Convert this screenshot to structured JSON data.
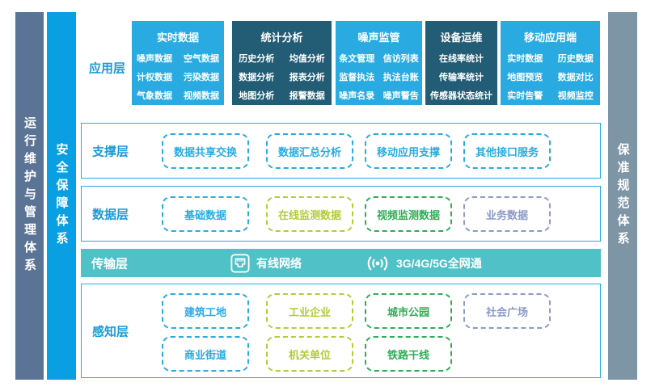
{
  "colors": {
    "primary_blue": "#29abe2",
    "app_dark_teal": "#235d75",
    "transport_teal": "#4fc1c7",
    "yellow_green": "#b2cc3a",
    "green": "#2fad54",
    "periwinkle": "#8b9ac9",
    "sidebar_slate": "#5b7495",
    "sidebar_bright_blue": "#0a9fe2",
    "sidebar_gray": "#7e95a6",
    "layer_label_blue": "#1a9ad9"
  },
  "sidebars": {
    "left_outer": "运行维护与管理体系",
    "left_inner": "安全保障体系",
    "right": "保准规范体系"
  },
  "app_layer": {
    "label": "应用层",
    "columns": [
      {
        "title": "实时数据",
        "items": [
          "噪声数据",
          "空气数据",
          "计权数据",
          "污染数据",
          "气象数据",
          "视频数据"
        ]
      },
      {
        "title": "统计分析",
        "items": [
          "历史分析",
          "均值分析",
          "数据分析",
          "报表分析",
          "地图分析",
          "报警数据"
        ]
      },
      {
        "title": "噪声监管",
        "items": [
          "条文管理",
          "信访列表",
          "监督执法",
          "执法台账",
          "噪声名录",
          "噪声警告"
        ]
      },
      {
        "title": "设备运维",
        "items": [
          "在线率统计",
          "传输率统计",
          "传感器状态统计"
        ]
      },
      {
        "title": "移动应用端",
        "items": [
          "实时数据",
          "历史数据",
          "地图预览",
          "数据对比",
          "实时告警",
          "视频监控"
        ]
      }
    ]
  },
  "support_layer": {
    "label": "支撑层",
    "items": [
      "数据共享交换",
      "数据汇总分析",
      "移动应用支撑",
      "其他接口服务"
    ]
  },
  "data_layer": {
    "label": "数据层",
    "items": [
      "基础数据",
      "在线监测数据",
      "视频监测数据",
      "业务数据"
    ]
  },
  "transport_layer": {
    "label": "传输层",
    "wired": "有线网络",
    "wireless": "3G/4G/5G全网通"
  },
  "perception_layer": {
    "label": "感知层",
    "row1": [
      "建筑工地",
      "工业企业",
      "城市公园",
      "社会广场"
    ],
    "row2": [
      "商业街道",
      "机关单位",
      "铁路干线"
    ]
  }
}
